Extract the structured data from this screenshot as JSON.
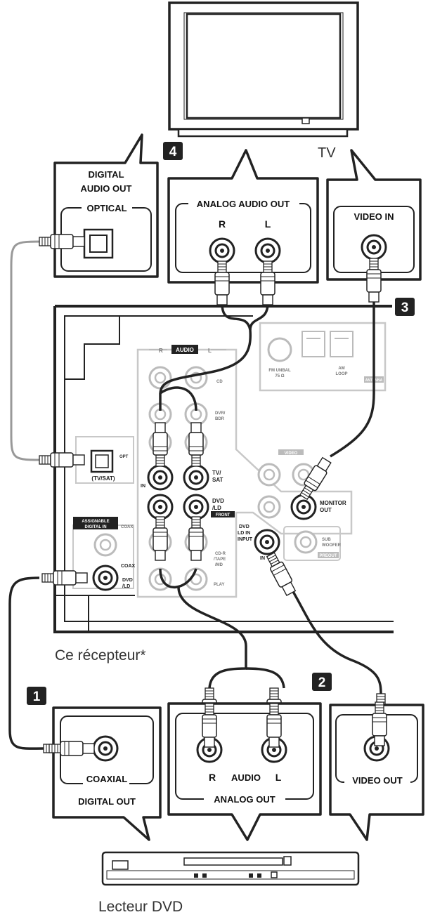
{
  "devices": {
    "tv": "TV",
    "receiver": "Ce récepteur*",
    "dvd_player": "Lecteur DVD"
  },
  "steps": [
    "1",
    "2",
    "3",
    "4"
  ],
  "tv_panels": {
    "digital_audio_out": {
      "title_line1": "DIGITAL",
      "title_line2": "AUDIO OUT",
      "port": "OPTICAL"
    },
    "analog_audio_out": {
      "title": "ANALOG AUDIO OUT",
      "right": "R",
      "left": "L"
    },
    "video_in": {
      "title": "VIDEO IN"
    }
  },
  "receiver_labels": {
    "audio": "AUDIO",
    "audio_r": "R",
    "audio_l": "L",
    "fm": "FM UNBAL",
    "fm_ohm": "75 Ω",
    "am_loop": "AM",
    "am_loop2": "LOOP",
    "antenna": "ANTENNA",
    "cd": "CD",
    "dvr_bdr": "DVR/",
    "dvr_bdr2": "BDR",
    "tv_sat": "TV/",
    "tv_sat2": "SAT",
    "opt_in": "OPT",
    "opt_in_port": "(TV/SAT)",
    "video": "VIDEO",
    "monitor_out": "MONITOR",
    "monitor_out2": "OUT",
    "dvd_ld": "DVD",
    "dvd_ld2": "/LD",
    "front": "FRONT",
    "dvd_input": "DVD",
    "dvd_input2": "LD IN",
    "dvd_input3": "INPUT",
    "assignable": "ASSIGNABLE",
    "assignable2": "DIGITAL IN",
    "coax": "COAX",
    "coax_dvd": "COAX",
    "coax_dvd2": "DVD",
    "coax_dvd3": "/LD",
    "cd_r": "CD-R",
    "cd_r2": "/TAPE",
    "cd_r3": "/MD",
    "play": "PLAY",
    "subwoofer": "SUB",
    "subwoofer2": "WOOFER",
    "preout": "PREOUT",
    "in": "IN"
  },
  "dvd_panels": {
    "coaxial": {
      "port": "COAXIAL",
      "title": "DIGITAL OUT"
    },
    "analog_out": {
      "right": "R",
      "audio": "AUDIO",
      "left": "L",
      "title": "ANALOG OUT"
    },
    "video_out": {
      "port": "VIDEO OUT"
    }
  }
}
